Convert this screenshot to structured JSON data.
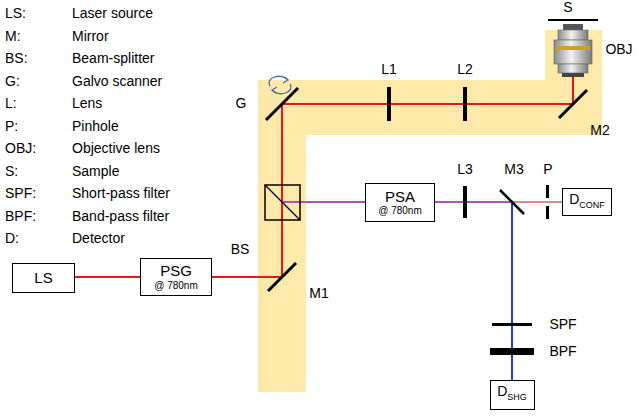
{
  "diagram": {
    "nodes": [
      {
        "text": [
          "LS"
        ]
      },
      {
        "text": [
          "PSG",
          "@ 780nm"
        ]
      },
      {
        "text": [
          "PSA",
          "@ 780nm"
        ]
      },
      {
        "text": [
          "D",
          "CONF"
        ]
      },
      {
        "text": [
          "D",
          "SHG"
        ]
      }
    ],
    "edges": [
      {
        "from": 0,
        "to": 1,
        "arrow": "none"
      },
      {
        "from": 1,
        "to": 2,
        "arrow": "none"
      },
      {
        "from": 2,
        "to": 3,
        "arrow": "none"
      },
      {
        "from": 2,
        "to": 4,
        "arrow": "none"
      }
    ],
    "labels": [
      "LS:",
      "Laser source",
      "M:",
      "Mirror",
      "BS:",
      "Beam-splitter",
      "G:",
      "Galvo scanner",
      "L:",
      "Lens",
      "P:",
      "Pinhole",
      "OBJ:",
      "Objective lens",
      "S:",
      "Sample",
      "SPF:",
      "Short-pass filter",
      "BPF:",
      "Band-pass filter",
      "D:",
      "Detector",
      "S",
      "OBJ",
      "L1",
      "L2",
      "G",
      "M2",
      "BS",
      "M1",
      "L3",
      "M3",
      "P",
      "SPF",
      "BPF"
    ]
  }
}
